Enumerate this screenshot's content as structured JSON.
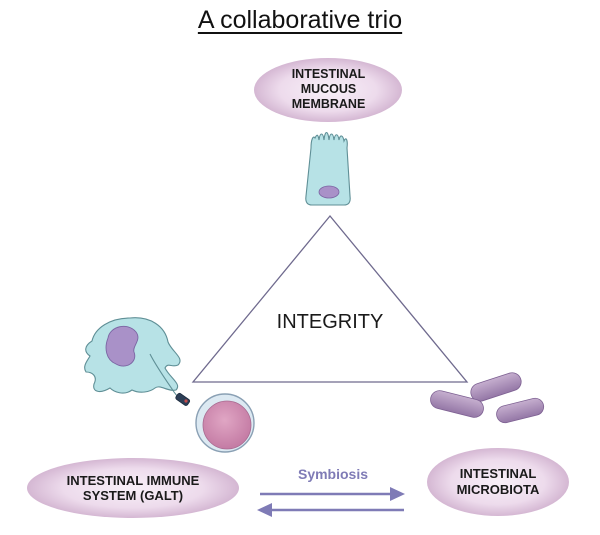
{
  "title": "A collaborative trio",
  "center_label": "INTEGRITY",
  "relation_label": "Symbiosis",
  "nodes": {
    "mucous_membrane": [
      "INTESTINAL",
      "MUCOUS",
      "MEMBRANE"
    ],
    "immune_system": [
      "INTESTINAL IMMUNE",
      "SYSTEM (GALT)"
    ],
    "microbiota": [
      "INTESTINAL",
      "MICROBIOTA"
    ]
  },
  "colors": {
    "oval_light": "#f6eef6",
    "oval_dark": "#c9a4c7",
    "arrow": "#7f7bb6",
    "bacteria": "#a787b3",
    "cell_cyan": "#a7dde2",
    "nucleus": "#a991c8"
  }
}
